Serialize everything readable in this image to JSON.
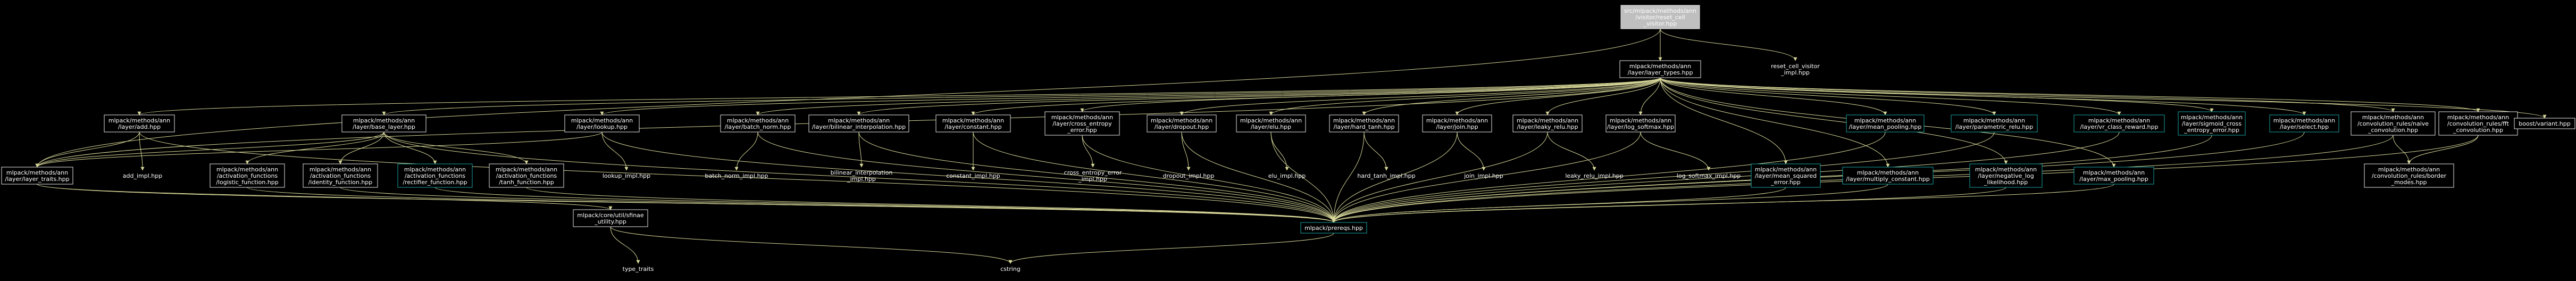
{
  "diagram": {
    "type": "include-dependency-graph",
    "colors": {
      "background": "#000000",
      "edge": "#d8d89a",
      "node_border_normal": "#e8e8e8",
      "node_border_highlight": "#1aa3a3",
      "root_fill": "#bfbfbf",
      "text": "#ffffff"
    },
    "nodes": [
      {
        "id": "root",
        "lines": [
          "src/mlpack/methods/ann",
          "/visitor/reset_cell",
          "_visitor.hpp"
        ],
        "style": "root"
      },
      {
        "id": "layer_types",
        "lines": [
          "mlpack/methods/ann",
          "/layer/layer_types.hpp"
        ],
        "style": "normal"
      },
      {
        "id": "reset_cell_impl",
        "lines": [
          "reset_cell_visitor",
          "_impl.hpp"
        ],
        "style": "plain"
      },
      {
        "id": "add",
        "lines": [
          "mlpack/methods/ann",
          "/layer/add.hpp"
        ],
        "style": "normal"
      },
      {
        "id": "base_layer",
        "lines": [
          "mlpack/methods/ann",
          "/layer/base_layer.hpp"
        ],
        "style": "normal"
      },
      {
        "id": "lookup",
        "lines": [
          "mlpack/methods/ann",
          "/layer/lookup.hpp"
        ],
        "style": "normal"
      },
      {
        "id": "batch_norm",
        "lines": [
          "mlpack/methods/ann",
          "/layer/batch_norm.hpp"
        ],
        "style": "normal"
      },
      {
        "id": "bilinear",
        "lines": [
          "mlpack/methods/ann",
          "/layer/bilinear_interpolation.hpp"
        ],
        "style": "normal"
      },
      {
        "id": "constant",
        "lines": [
          "mlpack/methods/ann",
          "/layer/constant.hpp"
        ],
        "style": "normal"
      },
      {
        "id": "cross_entropy",
        "lines": [
          "mlpack/methods/ann",
          "/layer/cross_entropy",
          "_error.hpp"
        ],
        "style": "normal"
      },
      {
        "id": "dropout",
        "lines": [
          "mlpack/methods/ann",
          "/layer/dropout.hpp"
        ],
        "style": "normal"
      },
      {
        "id": "elu",
        "lines": [
          "mlpack/methods/ann",
          "/layer/elu.hpp"
        ],
        "style": "normal"
      },
      {
        "id": "hard_tanh",
        "lines": [
          "mlpack/methods/ann",
          "/layer/hard_tanh.hpp"
        ],
        "style": "normal"
      },
      {
        "id": "join",
        "lines": [
          "mlpack/methods/ann",
          "/layer/join.hpp"
        ],
        "style": "normal"
      },
      {
        "id": "leaky_relu",
        "lines": [
          "mlpack/methods/ann",
          "/layer/leaky_relu.hpp"
        ],
        "style": "normal"
      },
      {
        "id": "log_softmax",
        "lines": [
          "mlpack/methods/ann",
          "/layer/log_softmax.hpp"
        ],
        "style": "normal"
      },
      {
        "id": "mean_pooling",
        "lines": [
          "mlpack/methods/ann",
          "/layer/mean_pooling.hpp"
        ],
        "style": "highlight"
      },
      {
        "id": "parametric_relu",
        "lines": [
          "mlpack/methods/ann",
          "/layer/parametric_relu.hpp"
        ],
        "style": "highlight"
      },
      {
        "id": "vr_class_reward",
        "lines": [
          "mlpack/methods/ann",
          "/layer/vr_class_reward.hpp"
        ],
        "style": "highlight"
      },
      {
        "id": "sigmoid_cross",
        "lines": [
          "mlpack/methods/ann",
          "/layer/sigmoid_cross",
          "_entropy_error.hpp"
        ],
        "style": "highlight"
      },
      {
        "id": "select",
        "lines": [
          "mlpack/methods/ann",
          "/layer/select.hpp"
        ],
        "style": "highlight"
      },
      {
        "id": "naive_conv",
        "lines": [
          "mlpack/methods/ann",
          "/convolution_rules/naive",
          "_convolution.hpp"
        ],
        "style": "normal"
      },
      {
        "id": "fft_conv",
        "lines": [
          "mlpack/methods/ann",
          "/convolution_rules/fft",
          "_convolution.hpp"
        ],
        "style": "normal"
      },
      {
        "id": "boost_variant",
        "lines": [
          "boost/variant.hpp"
        ],
        "style": "normal"
      },
      {
        "id": "layer_traits",
        "lines": [
          "mlpack/methods/ann",
          "/layer/layer_traits.hpp"
        ],
        "style": "normal"
      },
      {
        "id": "add_impl",
        "lines": [
          "add_impl.hpp"
        ],
        "style": "plain"
      },
      {
        "id": "logistic",
        "lines": [
          "mlpack/methods/ann",
          "/activation_functions",
          "/logistic_function.hpp"
        ],
        "style": "normal"
      },
      {
        "id": "identity",
        "lines": [
          "mlpack/methods/ann",
          "/activation_functions",
          "/identity_function.hpp"
        ],
        "style": "normal"
      },
      {
        "id": "rectifier",
        "lines": [
          "mlpack/methods/ann",
          "/activation_functions",
          "/rectifier_function.hpp"
        ],
        "style": "highlight"
      },
      {
        "id": "tanh_fn",
        "lines": [
          "mlpack/methods/ann",
          "/activation_functions",
          "/tanh_function.hpp"
        ],
        "style": "normal"
      },
      {
        "id": "lookup_impl",
        "lines": [
          "lookup_impl.hpp"
        ],
        "style": "plain"
      },
      {
        "id": "batch_norm_impl",
        "lines": [
          "batch_norm_impl.hpp"
        ],
        "style": "plain"
      },
      {
        "id": "bilinear_impl",
        "lines": [
          "bilinear_interpolation",
          "_impl.hpp"
        ],
        "style": "plain"
      },
      {
        "id": "constant_impl",
        "lines": [
          "constant_impl.hpp"
        ],
        "style": "plain"
      },
      {
        "id": "cross_entropy_impl",
        "lines": [
          "cross_entropy_error",
          "_impl.hpp"
        ],
        "style": "plain"
      },
      {
        "id": "dropout_impl",
        "lines": [
          "dropout_impl.hpp"
        ],
        "style": "plain"
      },
      {
        "id": "elu_impl",
        "lines": [
          "elu_impl.hpp"
        ],
        "style": "plain"
      },
      {
        "id": "hard_tanh_impl",
        "lines": [
          "hard_tanh_impl.hpp"
        ],
        "style": "plain"
      },
      {
        "id": "join_impl",
        "lines": [
          "join_impl.hpp"
        ],
        "style": "plain"
      },
      {
        "id": "leaky_relu_impl",
        "lines": [
          "leaky_relu_impl.hpp"
        ],
        "style": "plain"
      },
      {
        "id": "log_softmax_impl",
        "lines": [
          "log_softmax_impl.hpp"
        ],
        "style": "plain"
      },
      {
        "id": "mean_squared",
        "lines": [
          "mlpack/methods/ann",
          "/layer/mean_squared",
          "_error.hpp"
        ],
        "style": "highlight"
      },
      {
        "id": "multiply_constant",
        "lines": [
          "mlpack/methods/ann",
          "/layer/multiply_constant.hpp"
        ],
        "style": "highlight"
      },
      {
        "id": "neg_log",
        "lines": [
          "mlpack/methods/ann",
          "/layer/negative_log",
          "_likelihood.hpp"
        ],
        "style": "highlight"
      },
      {
        "id": "max_pooling",
        "lines": [
          "mlpack/methods/ann",
          "/layer/max_pooling.hpp"
        ],
        "style": "highlight"
      },
      {
        "id": "border_modes",
        "lines": [
          "mlpack/methods/ann",
          "/convolution_rules/border",
          "_modes.hpp"
        ],
        "style": "normal"
      },
      {
        "id": "prereqs",
        "lines": [
          "mlpack/prereqs.hpp"
        ],
        "style": "highlight"
      },
      {
        "id": "sfinae",
        "lines": [
          "mlpack/core/util/sfinae",
          "_utility.hpp"
        ],
        "style": "normal"
      },
      {
        "id": "cstring",
        "lines": [
          "cstring"
        ],
        "style": "plain"
      },
      {
        "id": "type_traits",
        "lines": [
          "type_traits"
        ],
        "style": "plain"
      }
    ],
    "edges": [
      [
        "root",
        "layer_types"
      ],
      [
        "root",
        "reset_cell_impl"
      ],
      [
        "root",
        "layer_traits"
      ],
      [
        "layer_types",
        "add"
      ],
      [
        "layer_types",
        "base_layer"
      ],
      [
        "layer_types",
        "lookup"
      ],
      [
        "layer_types",
        "batch_norm"
      ],
      [
        "layer_types",
        "bilinear"
      ],
      [
        "layer_types",
        "constant"
      ],
      [
        "layer_types",
        "cross_entropy"
      ],
      [
        "layer_types",
        "dropout"
      ],
      [
        "layer_types",
        "elu"
      ],
      [
        "layer_types",
        "hard_tanh"
      ],
      [
        "layer_types",
        "join"
      ],
      [
        "layer_types",
        "leaky_relu"
      ],
      [
        "layer_types",
        "log_softmax"
      ],
      [
        "layer_types",
        "mean_pooling"
      ],
      [
        "layer_types",
        "parametric_relu"
      ],
      [
        "layer_types",
        "vr_class_reward"
      ],
      [
        "layer_types",
        "sigmoid_cross"
      ],
      [
        "layer_types",
        "select"
      ],
      [
        "layer_types",
        "naive_conv"
      ],
      [
        "layer_types",
        "fft_conv"
      ],
      [
        "layer_types",
        "boost_variant"
      ],
      [
        "layer_types",
        "mean_squared"
      ],
      [
        "layer_types",
        "multiply_constant"
      ],
      [
        "layer_types",
        "neg_log"
      ],
      [
        "layer_types",
        "max_pooling"
      ],
      [
        "layer_types",
        "layer_traits"
      ],
      [
        "add",
        "layer_traits"
      ],
      [
        "add",
        "add_impl"
      ],
      [
        "add",
        "prereqs"
      ],
      [
        "base_layer",
        "logistic"
      ],
      [
        "base_layer",
        "identity"
      ],
      [
        "base_layer",
        "rectifier"
      ],
      [
        "base_layer",
        "tanh_fn"
      ],
      [
        "base_layer",
        "layer_traits"
      ],
      [
        "base_layer",
        "prereqs"
      ],
      [
        "lookup",
        "lookup_impl"
      ],
      [
        "lookup",
        "layer_traits"
      ],
      [
        "lookup",
        "prereqs"
      ],
      [
        "batch_norm",
        "batch_norm_impl"
      ],
      [
        "batch_norm",
        "prereqs"
      ],
      [
        "bilinear",
        "bilinear_impl"
      ],
      [
        "bilinear",
        "prereqs"
      ],
      [
        "constant",
        "constant_impl"
      ],
      [
        "constant",
        "prereqs"
      ],
      [
        "cross_entropy",
        "cross_entropy_impl"
      ],
      [
        "cross_entropy",
        "prereqs"
      ],
      [
        "dropout",
        "dropout_impl"
      ],
      [
        "dropout",
        "prereqs"
      ],
      [
        "elu",
        "elu_impl"
      ],
      [
        "elu",
        "prereqs"
      ],
      [
        "hard_tanh",
        "hard_tanh_impl"
      ],
      [
        "hard_tanh",
        "prereqs"
      ],
      [
        "join",
        "join_impl"
      ],
      [
        "join",
        "prereqs"
      ],
      [
        "leaky_relu",
        "leaky_relu_impl"
      ],
      [
        "leaky_relu",
        "prereqs"
      ],
      [
        "log_softmax",
        "log_softmax_impl"
      ],
      [
        "log_softmax",
        "prereqs"
      ],
      [
        "mean_pooling",
        "prereqs"
      ],
      [
        "parametric_relu",
        "prereqs"
      ],
      [
        "vr_class_reward",
        "prereqs"
      ],
      [
        "sigmoid_cross",
        "prereqs"
      ],
      [
        "select",
        "prereqs"
      ],
      [
        "naive_conv",
        "border_modes"
      ],
      [
        "naive_conv",
        "prereqs"
      ],
      [
        "fft_conv",
        "border_modes"
      ],
      [
        "fft_conv",
        "prereqs"
      ],
      [
        "mean_squared",
        "prereqs"
      ],
      [
        "multiply_constant",
        "prereqs"
      ],
      [
        "neg_log",
        "prereqs"
      ],
      [
        "max_pooling",
        "prereqs"
      ],
      [
        "logistic",
        "prereqs"
      ],
      [
        "identity",
        "prereqs"
      ],
      [
        "rectifier",
        "prereqs"
      ],
      [
        "tanh_fn",
        "prereqs"
      ],
      [
        "layer_traits",
        "sfinae"
      ],
      [
        "layer_traits",
        "prereqs"
      ],
      [
        "prereqs",
        "cstring"
      ],
      [
        "sfinae",
        "cstring"
      ],
      [
        "sfinae",
        "type_traits"
      ]
    ]
  }
}
